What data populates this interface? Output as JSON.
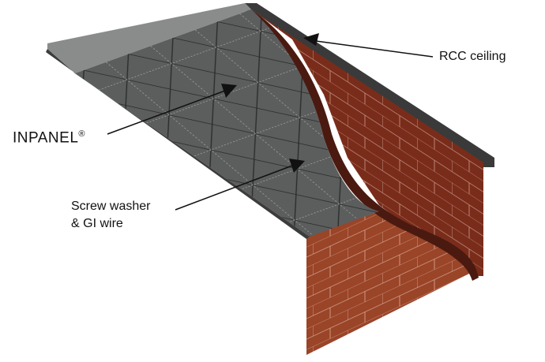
{
  "labels": {
    "rcc": "RCC ceiling",
    "inpanel": "INPANEL",
    "inpanel_mark": "®",
    "screw_line1": "Screw washer",
    "screw_line2": "& GI wire"
  },
  "colors": {
    "panel": "#5a5c5c",
    "panel_rim": "#8a8c8c",
    "slab": "#3a3a3a",
    "brick": "#8a3a22",
    "brick_dark": "#4a1a10"
  }
}
